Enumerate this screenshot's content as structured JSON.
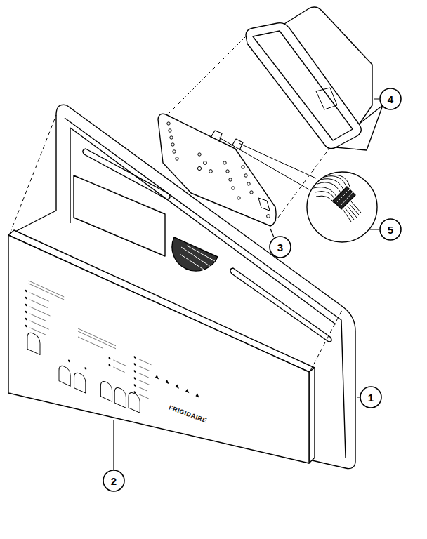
{
  "diagram": {
    "nodes": [
      {
        "text": [
          "4"
        ]
      },
      {
        "text": [
          "5"
        ]
      },
      {
        "text": [
          "3"
        ]
      },
      {
        "text": [
          "1"
        ]
      },
      {
        "text": [
          "2"
        ]
      }
    ],
    "labels": [
      "FRIGIDAIRE"
    ]
  }
}
